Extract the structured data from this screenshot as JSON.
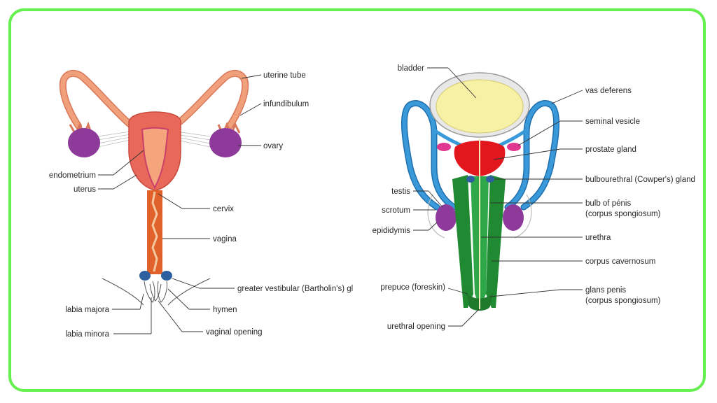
{
  "female_labels": {
    "uterine_tube": "uterine tube",
    "infundibulum": "infundibulum",
    "ovary": "ovary",
    "endometrium": "endometrium",
    "uterus": "uterus",
    "cervix": "cervix",
    "vagina": "vagina",
    "greater_vestibular": "greater vestibular (Bartholin's) gl",
    "labia_majora": "labia majora",
    "hymen": "hymen",
    "labia_minora": "labia minora",
    "vaginal_opening": "vaginal opening"
  },
  "male_labels": {
    "bladder": "bladder",
    "vas_deferens": "vas deferens",
    "seminal_vesicle": "seminal vesicle",
    "prostate_gland": "prostate gland",
    "bulbourethral": "bulbourethral (Cowper's) gland",
    "bulb_of_penis_1": "bulb of pénis",
    "bulb_of_penis_2": "(corpus spongiosum)",
    "testis": "testis",
    "scrotum": "scrotum",
    "epididymis": "epididymis",
    "urethra": "urethra",
    "corpus_cavernosum": "corpus cavernosum",
    "prepuce": "prepuce (foreskin)",
    "glans_penis_1": "glans penis",
    "glans_penis_2": "(corpus spongiosum)",
    "urethral_opening": "urethral opening"
  },
  "colors": {
    "frame_border": "#66f04f",
    "uterine_tube": "#f0a07a",
    "ovary": "#8e3a9a",
    "uterus": "#e8685a",
    "vagina": "#e0622a",
    "bartholin": "#2e5f9e",
    "bladder_fill": "#f7f1a5",
    "vas_deferens": "#3a9ad9",
    "prostate": "#e2161d",
    "seminal_vesicle": "#e0398f",
    "corpus": "#1f8a32",
    "testis": "#8e3a9a"
  }
}
